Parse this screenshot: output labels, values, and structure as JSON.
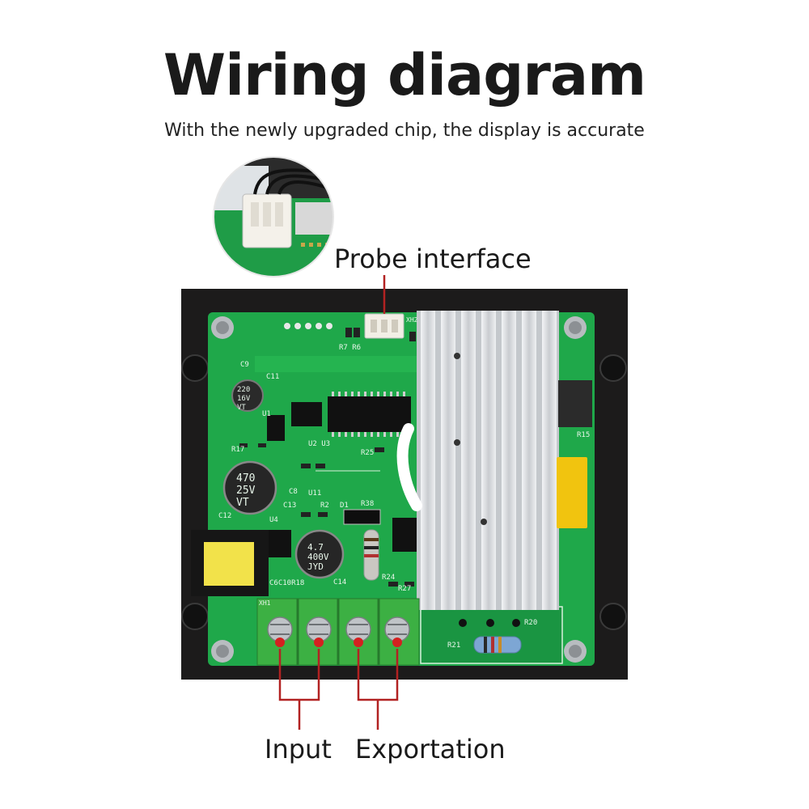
{
  "header": {
    "title": "Wiring diagram",
    "subtitle": "With the newly upgraded chip, the display is accurate"
  },
  "labels": {
    "probe": "Probe interface",
    "input": "Input",
    "output": "Exportation"
  },
  "board_markings": {
    "cap_220": [
      "220",
      "16V",
      "VT"
    ],
    "cap_470": [
      "470",
      "25V",
      "VT"
    ],
    "cap_47": [
      "4.7",
      "400V",
      "JYD"
    ],
    "xh2": "XH2",
    "xh1": "XH1",
    "r15": "R15",
    "r20": "R20",
    "r21": "R21",
    "u1": "U1",
    "u2u3": "U2 U3",
    "u4": "U4",
    "u11": "U11",
    "c9": "C9",
    "c11": "C11",
    "c12": "C12",
    "c13": "C13",
    "c14": "C14",
    "c6c10r18": "C6C10R18",
    "r17": "R17",
    "r25": "R25",
    "r24": "R24",
    "r27": "R27",
    "r2": "R2",
    "d1": "D1",
    "r7r6": "R7 R6",
    "c8": "C8",
    "r38": "R38"
  },
  "colors": {
    "pcb": "#1fa84a",
    "pcb_dark": "#168a3b",
    "frame": "#1c1b1b",
    "heatsink": "#d9dcdf",
    "terminal": "#3cb043",
    "callout_line": "#b22222"
  }
}
